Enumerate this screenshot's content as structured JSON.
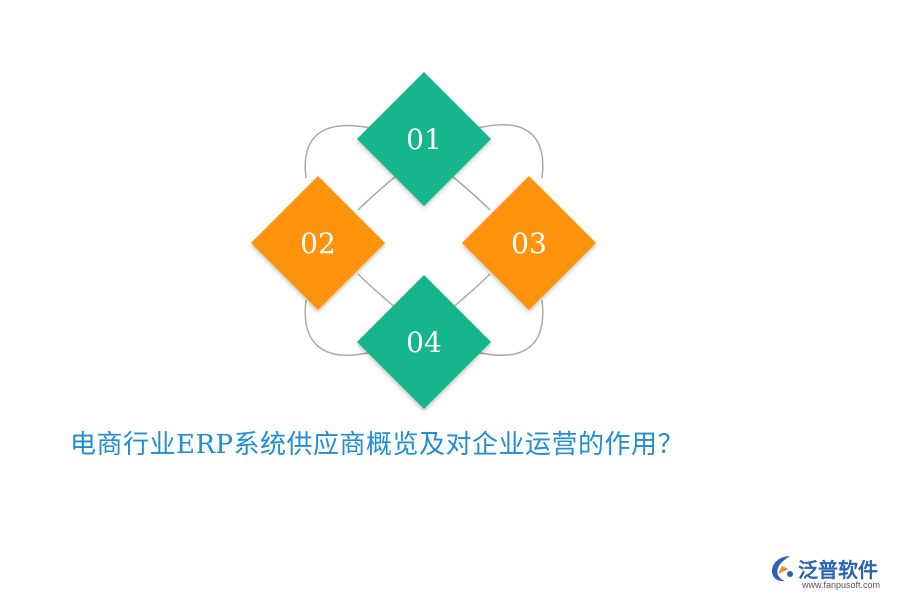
{
  "diagram": {
    "items": [
      {
        "label": "01",
        "color": "#13b58c"
      },
      {
        "label": "02",
        "color": "#ff9309"
      },
      {
        "label": "03",
        "color": "#ff9309"
      },
      {
        "label": "04",
        "color": "#13b58c"
      }
    ],
    "connector_color": "#aaaaaa"
  },
  "title": "电商行业ERP系统供应商概览及对企业运营的作用？",
  "logo": {
    "name": "泛普软件",
    "url": "www.fanpusoft.com",
    "brand_color": "#2a62b5",
    "icon": "fanpu-logo-icon"
  }
}
